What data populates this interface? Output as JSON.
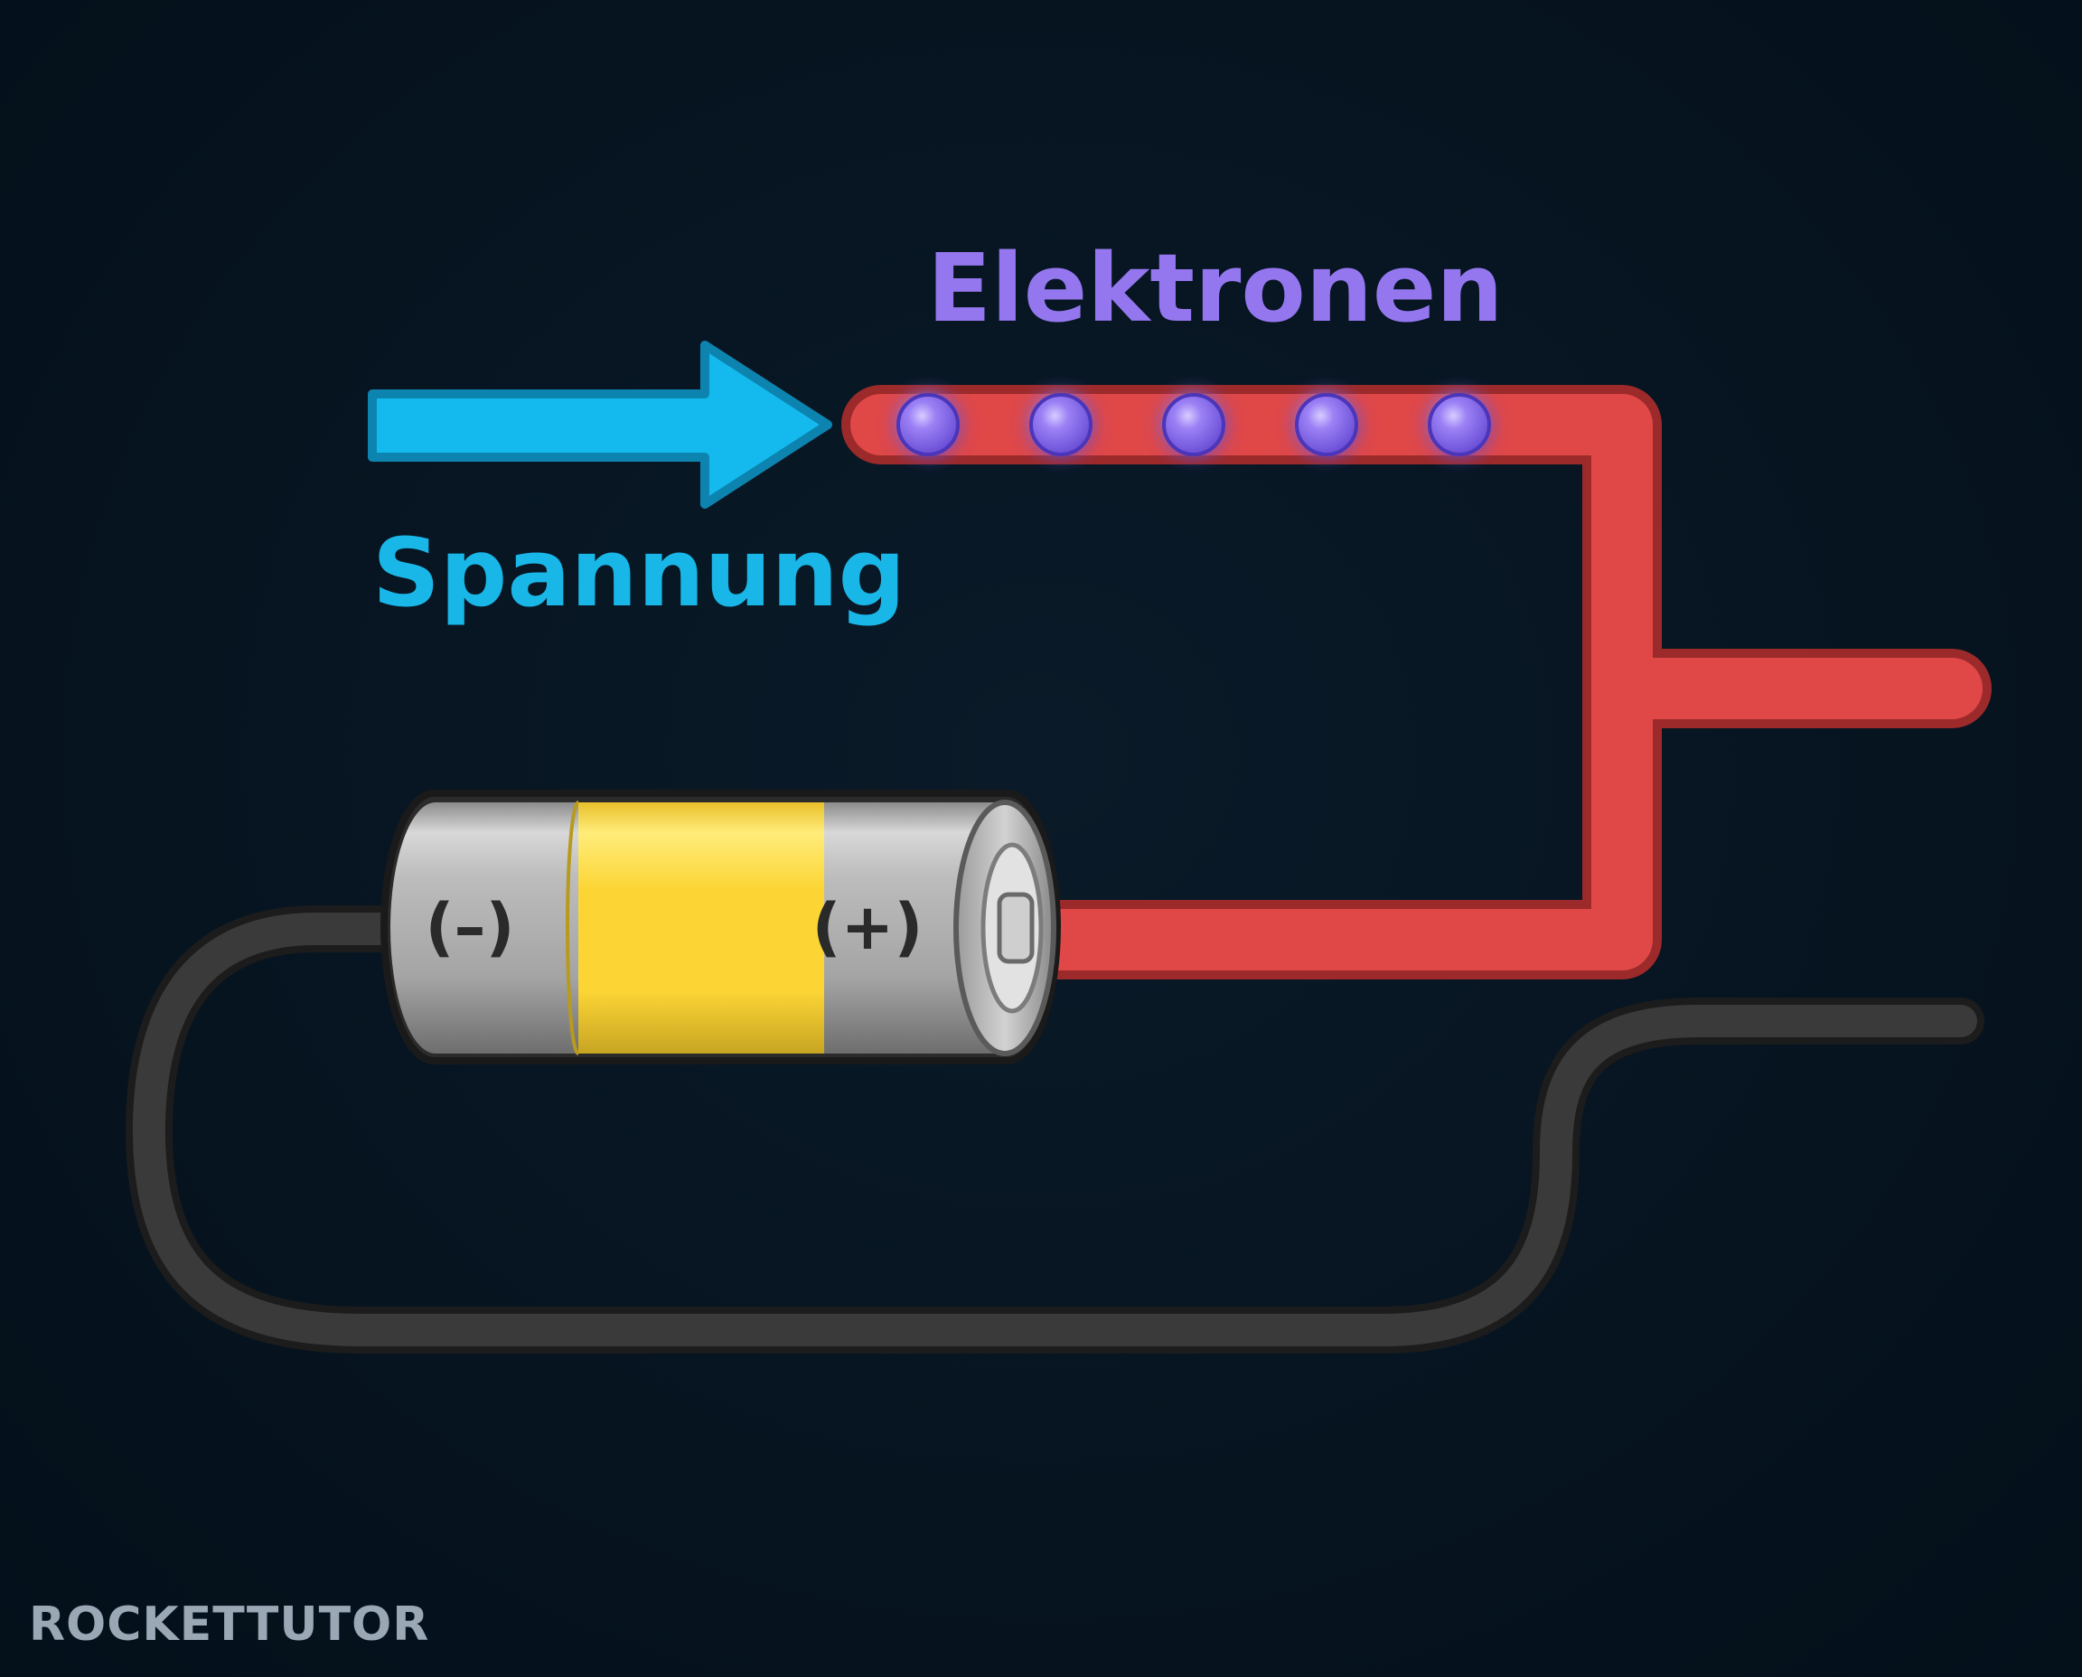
{
  "labels": {
    "voltage": "Spannung",
    "electrons": "Elektronen"
  },
  "battery": {
    "negative_terminal": "(–)",
    "positive_terminal": "(+)"
  },
  "logo": {
    "text": "ROCKETTUTOR"
  },
  "colors": {
    "background": "#06131f",
    "voltage_arrow": "#14b9ee",
    "electron": "#8f72f0",
    "positive_wire": "#e04848",
    "negative_wire": "#3a3a3a",
    "battery_band": "#fcd535",
    "battery_body": "#a9a9a9"
  },
  "icons": {
    "arrow": "right-arrow",
    "electron": "circle-glow",
    "battery": "battery-cylinder"
  },
  "electron_count": 5
}
